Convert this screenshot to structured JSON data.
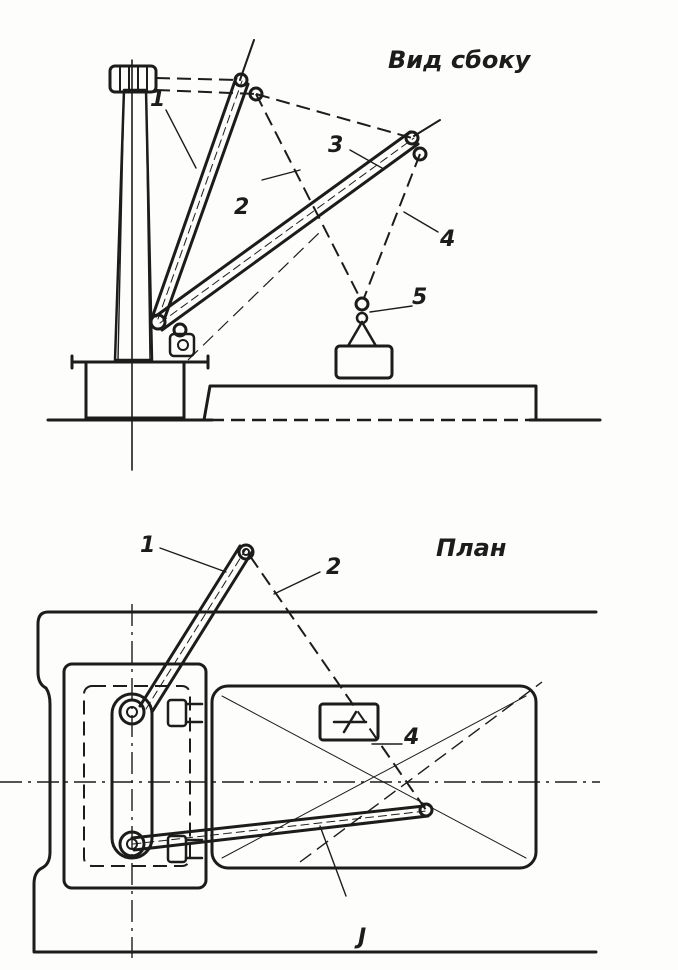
{
  "views": {
    "side": {
      "title": "Вид сбоку",
      "labels": [
        "1",
        "2",
        "3",
        "4",
        "5"
      ]
    },
    "plan": {
      "title": "План",
      "labels": [
        "1",
        "2",
        "4",
        "J"
      ]
    }
  }
}
